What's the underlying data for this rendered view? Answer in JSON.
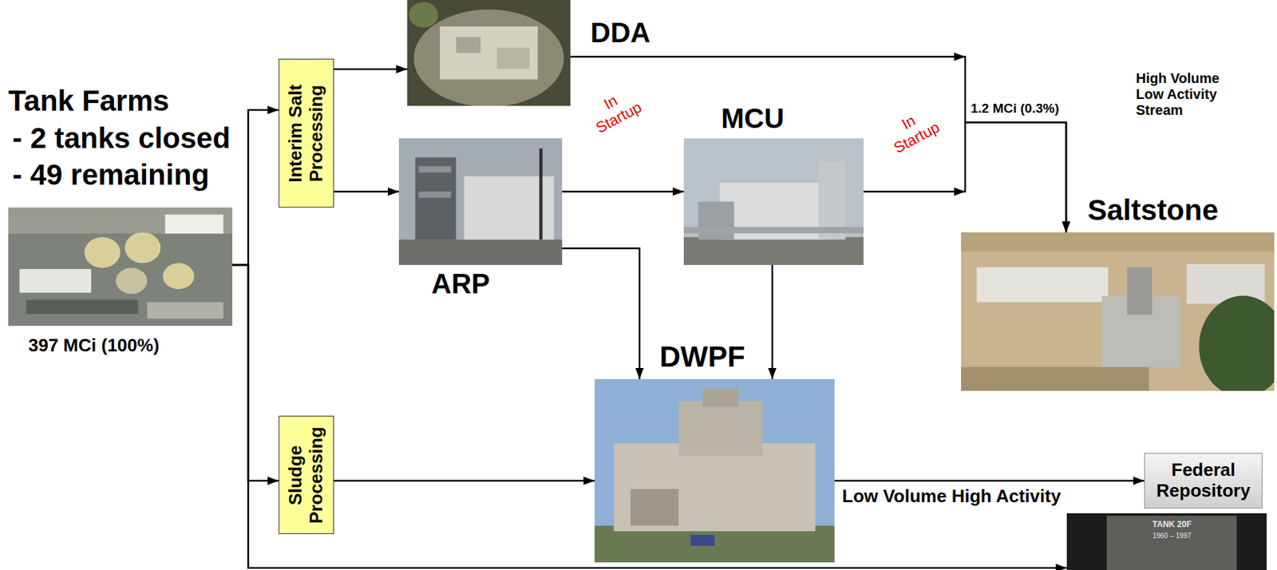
{
  "diagram": {
    "nodes": [
      {
        "text": [
          "Tank Farms",
          "- 2 tanks closed",
          "- 49 remaining",
          "397 MCi (100%)"
        ]
      },
      {
        "text": [
          "Interim Salt Processing"
        ]
      },
      {
        "text": [
          "Sludge Processing"
        ]
      },
      {
        "text": [
          "DDA"
        ]
      },
      {
        "text": [
          "ARP"
        ]
      },
      {
        "text": [
          "MCU"
        ]
      },
      {
        "text": [
          "DWPF"
        ]
      },
      {
        "text": [
          "Saltstone"
        ]
      },
      {
        "text": [
          "Federal Repository"
        ]
      },
      {
        "text": [
          "TANK 20F",
          "1960 – 1997"
        ]
      }
    ],
    "edges": [
      {
        "from": 0,
        "to": 1,
        "arrow": "to"
      },
      {
        "from": 0,
        "to": 2,
        "arrow": "to"
      },
      {
        "from": 0,
        "to": 9,
        "arrow": "to"
      },
      {
        "from": 1,
        "to": 3,
        "arrow": "to"
      },
      {
        "from": 1,
        "to": 4,
        "arrow": "to"
      },
      {
        "from": 3,
        "to": 7,
        "arrow": "to"
      },
      {
        "from": 5,
        "to": 7,
        "label": "In Startup",
        "arrow": "to"
      },
      {
        "from": 4,
        "to": 5,
        "label": "In Startup",
        "arrow": "to"
      },
      {
        "from": 4,
        "to": 6,
        "arrow": "to"
      },
      {
        "from": 5,
        "to": 6,
        "arrow": "to"
      },
      {
        "from": 2,
        "to": 6,
        "arrow": "to"
      },
      {
        "from": 6,
        "to": 8,
        "label": "Low Volume High Activity",
        "arrow": "to"
      }
    ],
    "labels": [
      "1.2 MCi (0.3%)",
      "High Volume Low Activity Stream"
    ]
  }
}
